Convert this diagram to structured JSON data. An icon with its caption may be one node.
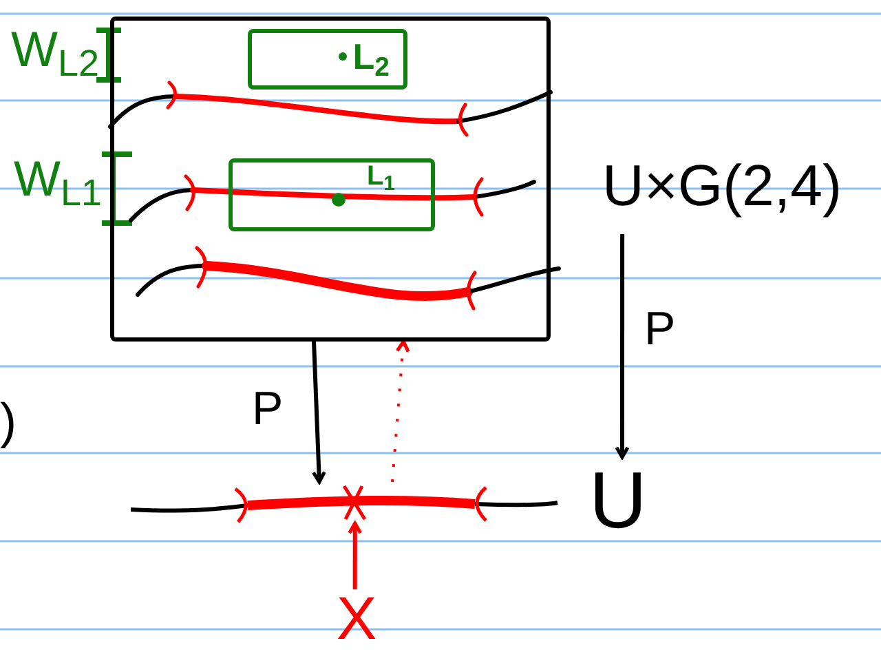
{
  "diagram": {
    "nodes": [
      {
        "text": [],
        "shape": "box"
      },
      {
        "text": [
          "L$_{2}$"
        ],
        "in": 0
      },
      {
        "text": [
          "L$_{1}$"
        ],
        "in": 0
      },
      {
        "text": [
          "U×G(2,4)"
        ]
      },
      {
        "text": [],
        "shape": "line"
      },
      {
        "text": [
          "U"
        ]
      },
      {
        "text": [
          "X"
        ]
      }
    ],
    "edges": [
      {
        "from": 0,
        "to": 4,
        "arrow": "to",
        "label": "P"
      },
      {
        "from": 3,
        "to": 5,
        "arrow": "to",
        "label": "P"
      },
      {
        "from": 4,
        "to": 0,
        "arrow": "to",
        "style": "dashed",
        "color": "#ff0000"
      },
      {
        "from": 6,
        "to": 4,
        "arrow": "to",
        "color": "#ff0000"
      }
    ],
    "labels": [
      "W$_{L2}$",
      "W$_{L1}$",
      ")"
    ]
  }
}
